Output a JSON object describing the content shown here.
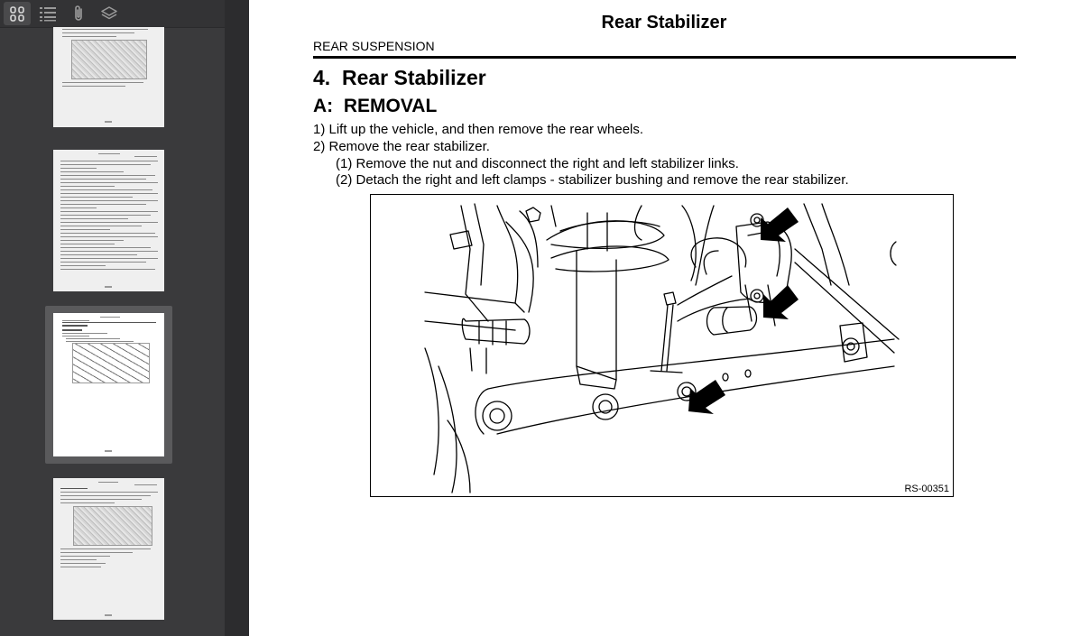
{
  "sidebar": {
    "toolbar": {
      "buttons": [
        {
          "name": "thumbnails",
          "icon": "grid-icon",
          "active": true
        },
        {
          "name": "outline",
          "icon": "list-icon",
          "active": false
        },
        {
          "name": "attachments",
          "icon": "paperclip-icon",
          "active": false
        },
        {
          "name": "layers",
          "icon": "layers-icon",
          "active": false
        }
      ]
    },
    "thumbnails": [
      {
        "selected": false
      },
      {
        "selected": false
      },
      {
        "selected": true
      },
      {
        "selected": false
      }
    ]
  },
  "document": {
    "title": "Rear Stabilizer",
    "section": "REAR SUSPENSION",
    "heading": "4.  Rear Stabilizer",
    "subheading": "A:  REMOVAL",
    "steps": [
      "1) Lift up the vehicle, and then remove the rear wheels.",
      "2) Remove the rear stabilizer.",
      "(1) Remove the nut and disconnect the right and left stabilizer links.",
      "(2) Detach the right and left clamps - stabilizer bushing and remove the rear stabilizer."
    ],
    "figure": {
      "code": "RS-00351"
    }
  }
}
